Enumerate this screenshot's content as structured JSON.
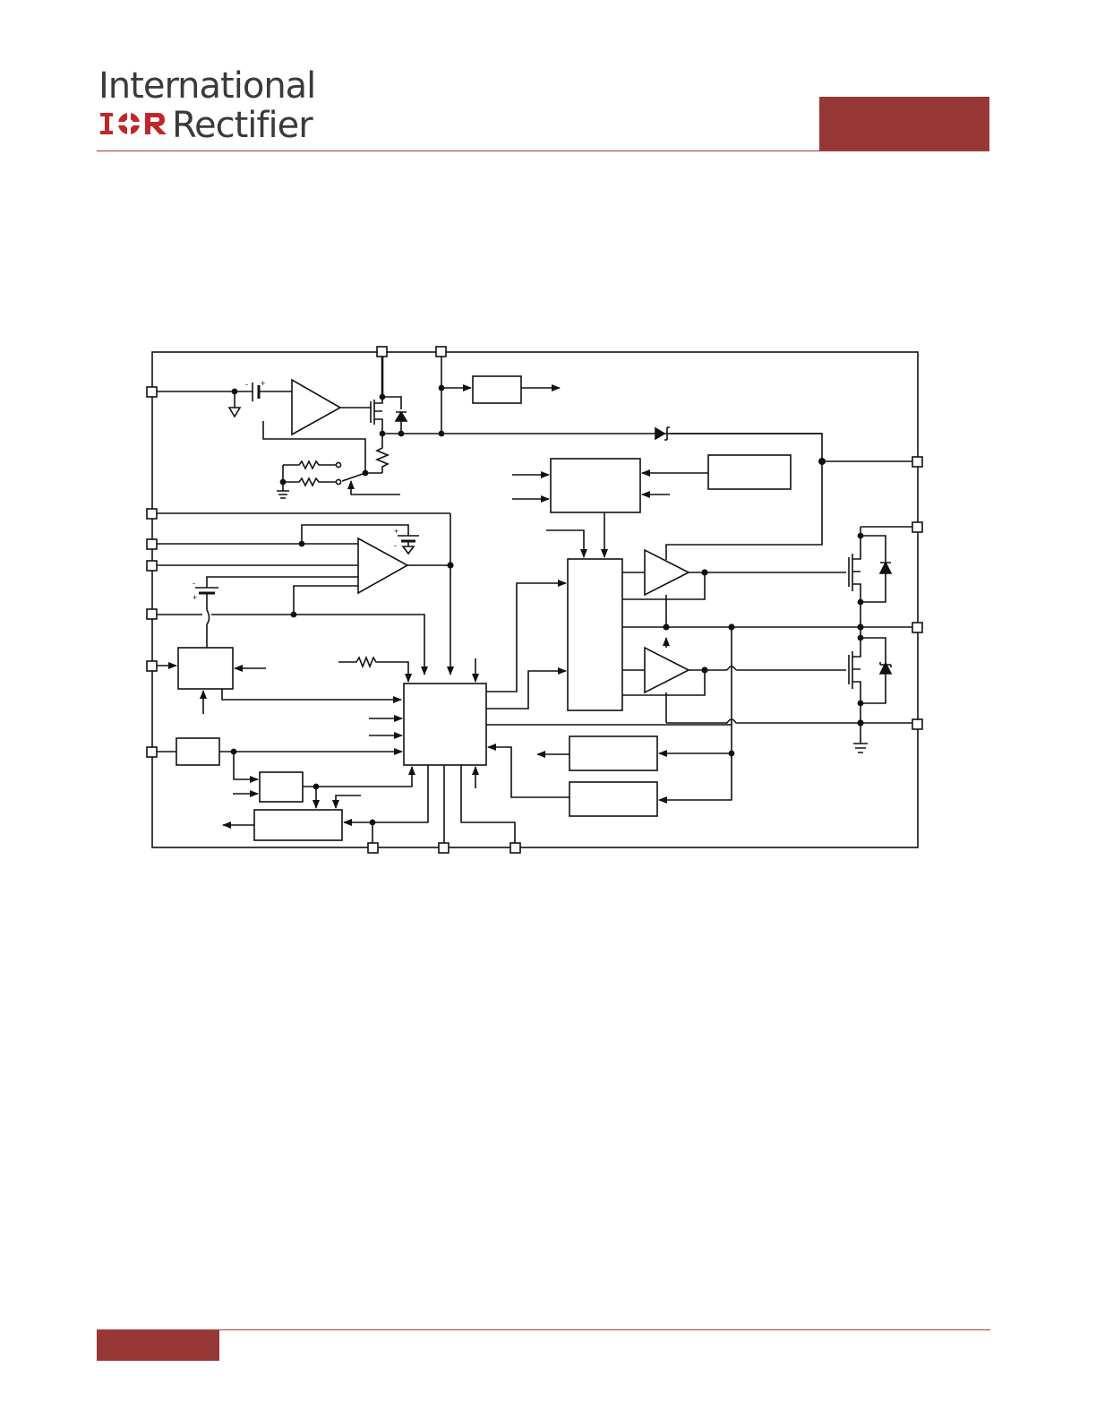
{
  "header": {
    "logo_text_line1": "International",
    "logo_text_line2": "Rectifier",
    "logo_mark_text": "IOR",
    "accent_color": "#973837"
  },
  "footer": {
    "accent_color": "#973837"
  },
  "diagram": {
    "icons": [
      "battery-icon",
      "ground-icon",
      "op-amp-icon",
      "mosfet-icon",
      "diode-icon",
      "resistor-icon",
      "switch-icon",
      "schottky-diode-icon"
    ]
  }
}
